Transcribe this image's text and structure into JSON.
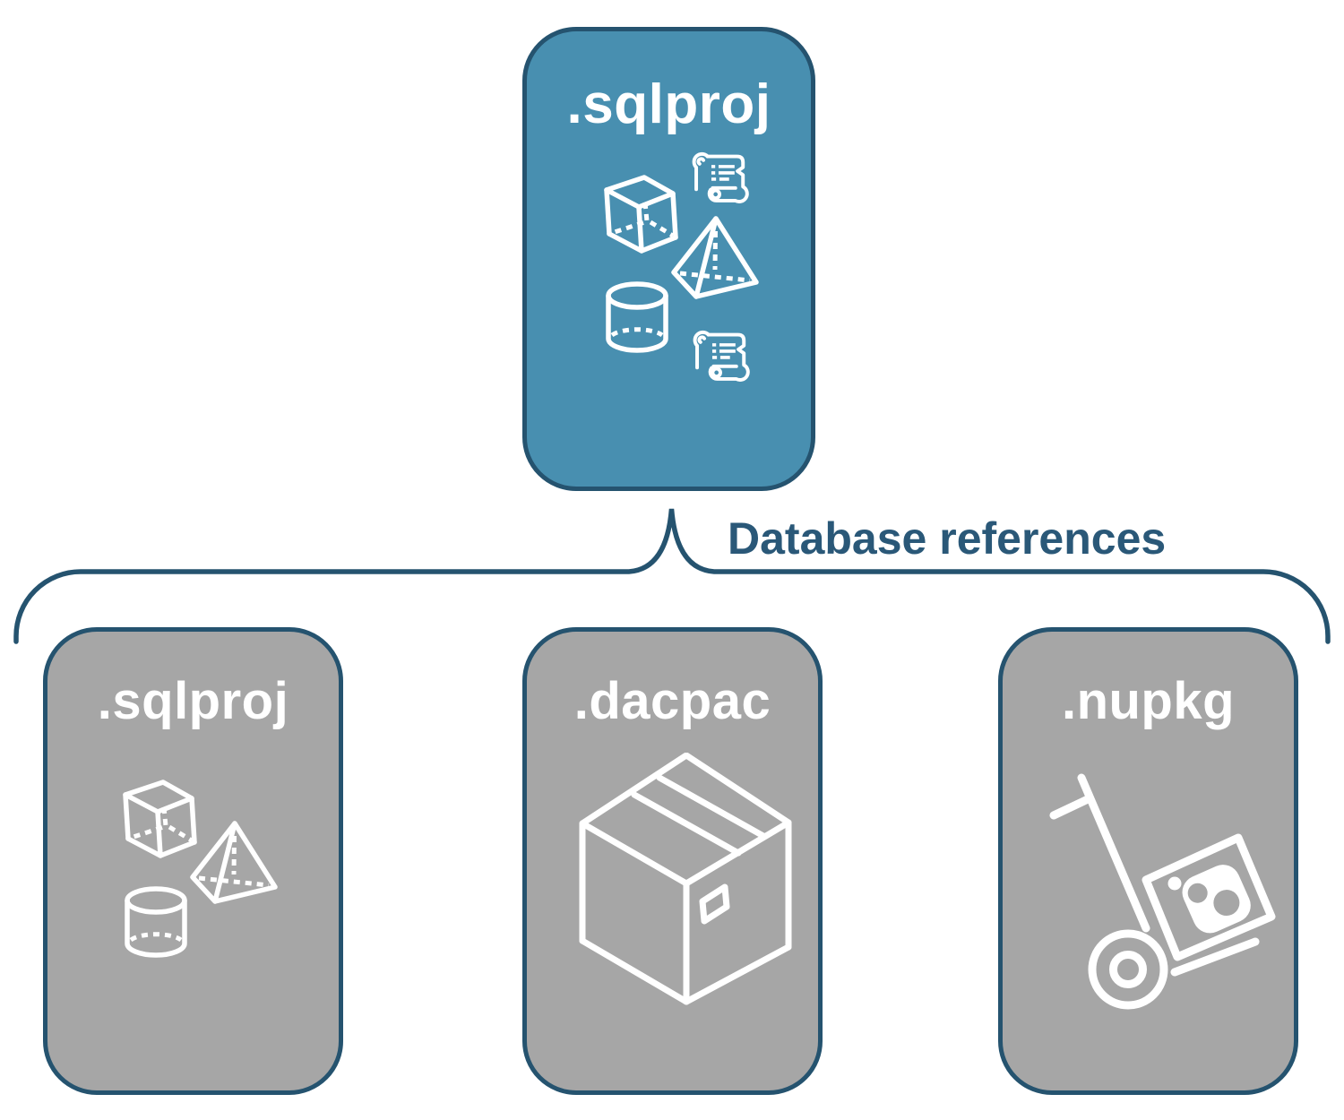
{
  "theme": {
    "background": "#FFFFFF",
    "accent_blue": "#488FB0",
    "node_gray": "#A6A6A6",
    "line_dark": "#25536F",
    "label_text": "#2A5878",
    "icon_white": "#FFFFFF"
  },
  "diagram": {
    "root_node": {
      "label": ".sqlproj"
    },
    "connector": {
      "label": "Database references"
    },
    "child_nodes": [
      {
        "label": ".sqlproj"
      },
      {
        "label": ".dacpac"
      },
      {
        "label": ".nupkg"
      }
    ]
  },
  "icons": {
    "root_node": [
      "cube-icon",
      "sql-script-scroll-icon",
      "pyramid-icon",
      "database-cylinder-icon",
      "sql-script-scroll-icon"
    ],
    "child_sqlproj": [
      "cube-icon",
      "pyramid-icon",
      "database-cylinder-icon"
    ],
    "child_dacpac": [
      "package-box-icon"
    ],
    "child_nupkg": [
      "nuget-hand-truck-icon"
    ]
  }
}
